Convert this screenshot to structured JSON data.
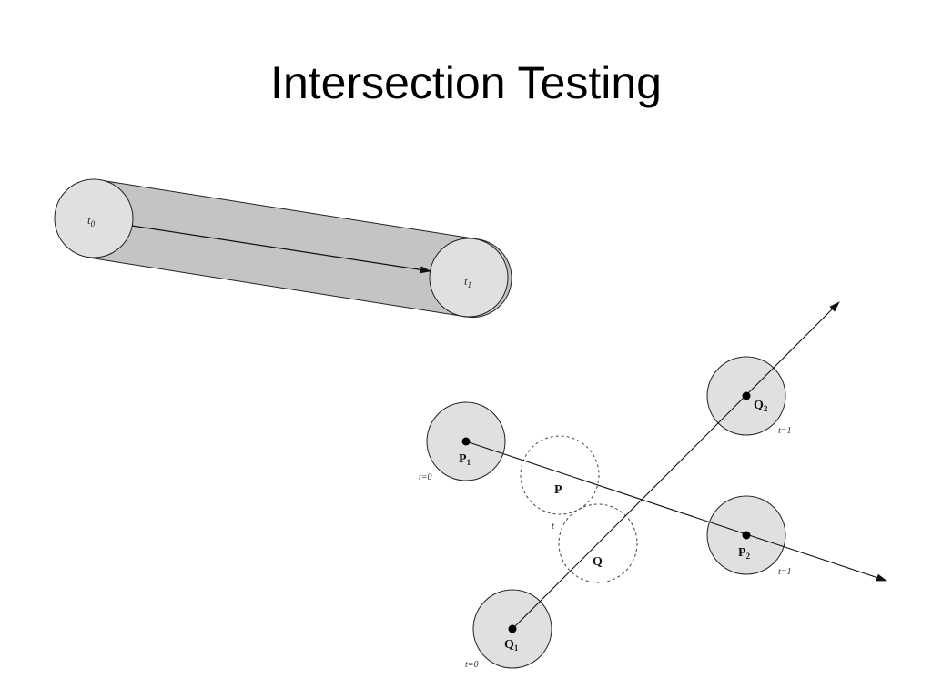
{
  "slide": {
    "title": "Intersection Testing"
  },
  "swept_sphere": {
    "start_label": "t",
    "start_sub": "0",
    "end_label": "t",
    "end_sub": "1"
  },
  "moving_spheres": {
    "p1_label": "P",
    "p1_sub": "1",
    "p2_label": "P",
    "p2_sub": "2",
    "q1_label": "Q",
    "q1_sub": "1",
    "q2_label": "Q",
    "q2_sub": "2",
    "p_label": "P",
    "q_label": "Q",
    "t_label": "t",
    "p1_time": "t=0",
    "p2_time": "t=1",
    "q1_time": "t=0",
    "q2_time": "t=1"
  },
  "colors": {
    "sphere_fill": "#e0e0e0",
    "capsule_fill": "#c4c4c4",
    "stroke": "#222222"
  }
}
